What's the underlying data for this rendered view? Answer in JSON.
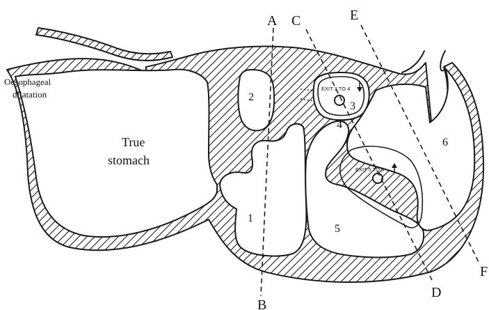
{
  "labels": {
    "oesophageal_line1": "Oesophageal",
    "oesophageal_line2": "dilatation",
    "true_stomach_line1": "True",
    "true_stomach_line2": "stomach",
    "chambers": [
      "1",
      "2",
      "3",
      "4",
      "5",
      "6"
    ],
    "exit_3_4": "EXIT 3 TO 4",
    "exit_5_6": "EXIT 5 TO 6"
  },
  "section_lines": {
    "ab_start": "A",
    "ab_end": "B",
    "cd_start": "C",
    "cd_end": "D",
    "ef_start": "E",
    "ef_end": "F"
  }
}
